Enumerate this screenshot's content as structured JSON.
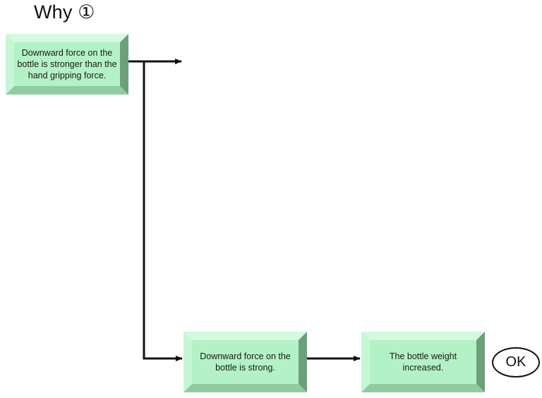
{
  "title": "Why ①",
  "colors": {
    "face": "#b3f2c6",
    "bevel_top": "#d3f9df",
    "bevel_left": "#c6f6d4",
    "bevel_bottom": "#8fcda1",
    "bevel_right": "#6e9f7c",
    "line": "#111111"
  },
  "nodes": [
    {
      "id": "box1",
      "label": "Downward force on the bottle is stronger than the hand gripping force."
    },
    {
      "id": "box2",
      "label": "Downward force on the bottle is strong."
    },
    {
      "id": "box3",
      "label": "The bottle weight increased."
    }
  ],
  "terminal": {
    "label": "OK"
  },
  "edges": [
    {
      "from": "box1",
      "to": "(empty)",
      "note": "arrow to blank branch"
    },
    {
      "from": "box1",
      "to": "box2"
    },
    {
      "from": "box2",
      "to": "box3"
    }
  ]
}
